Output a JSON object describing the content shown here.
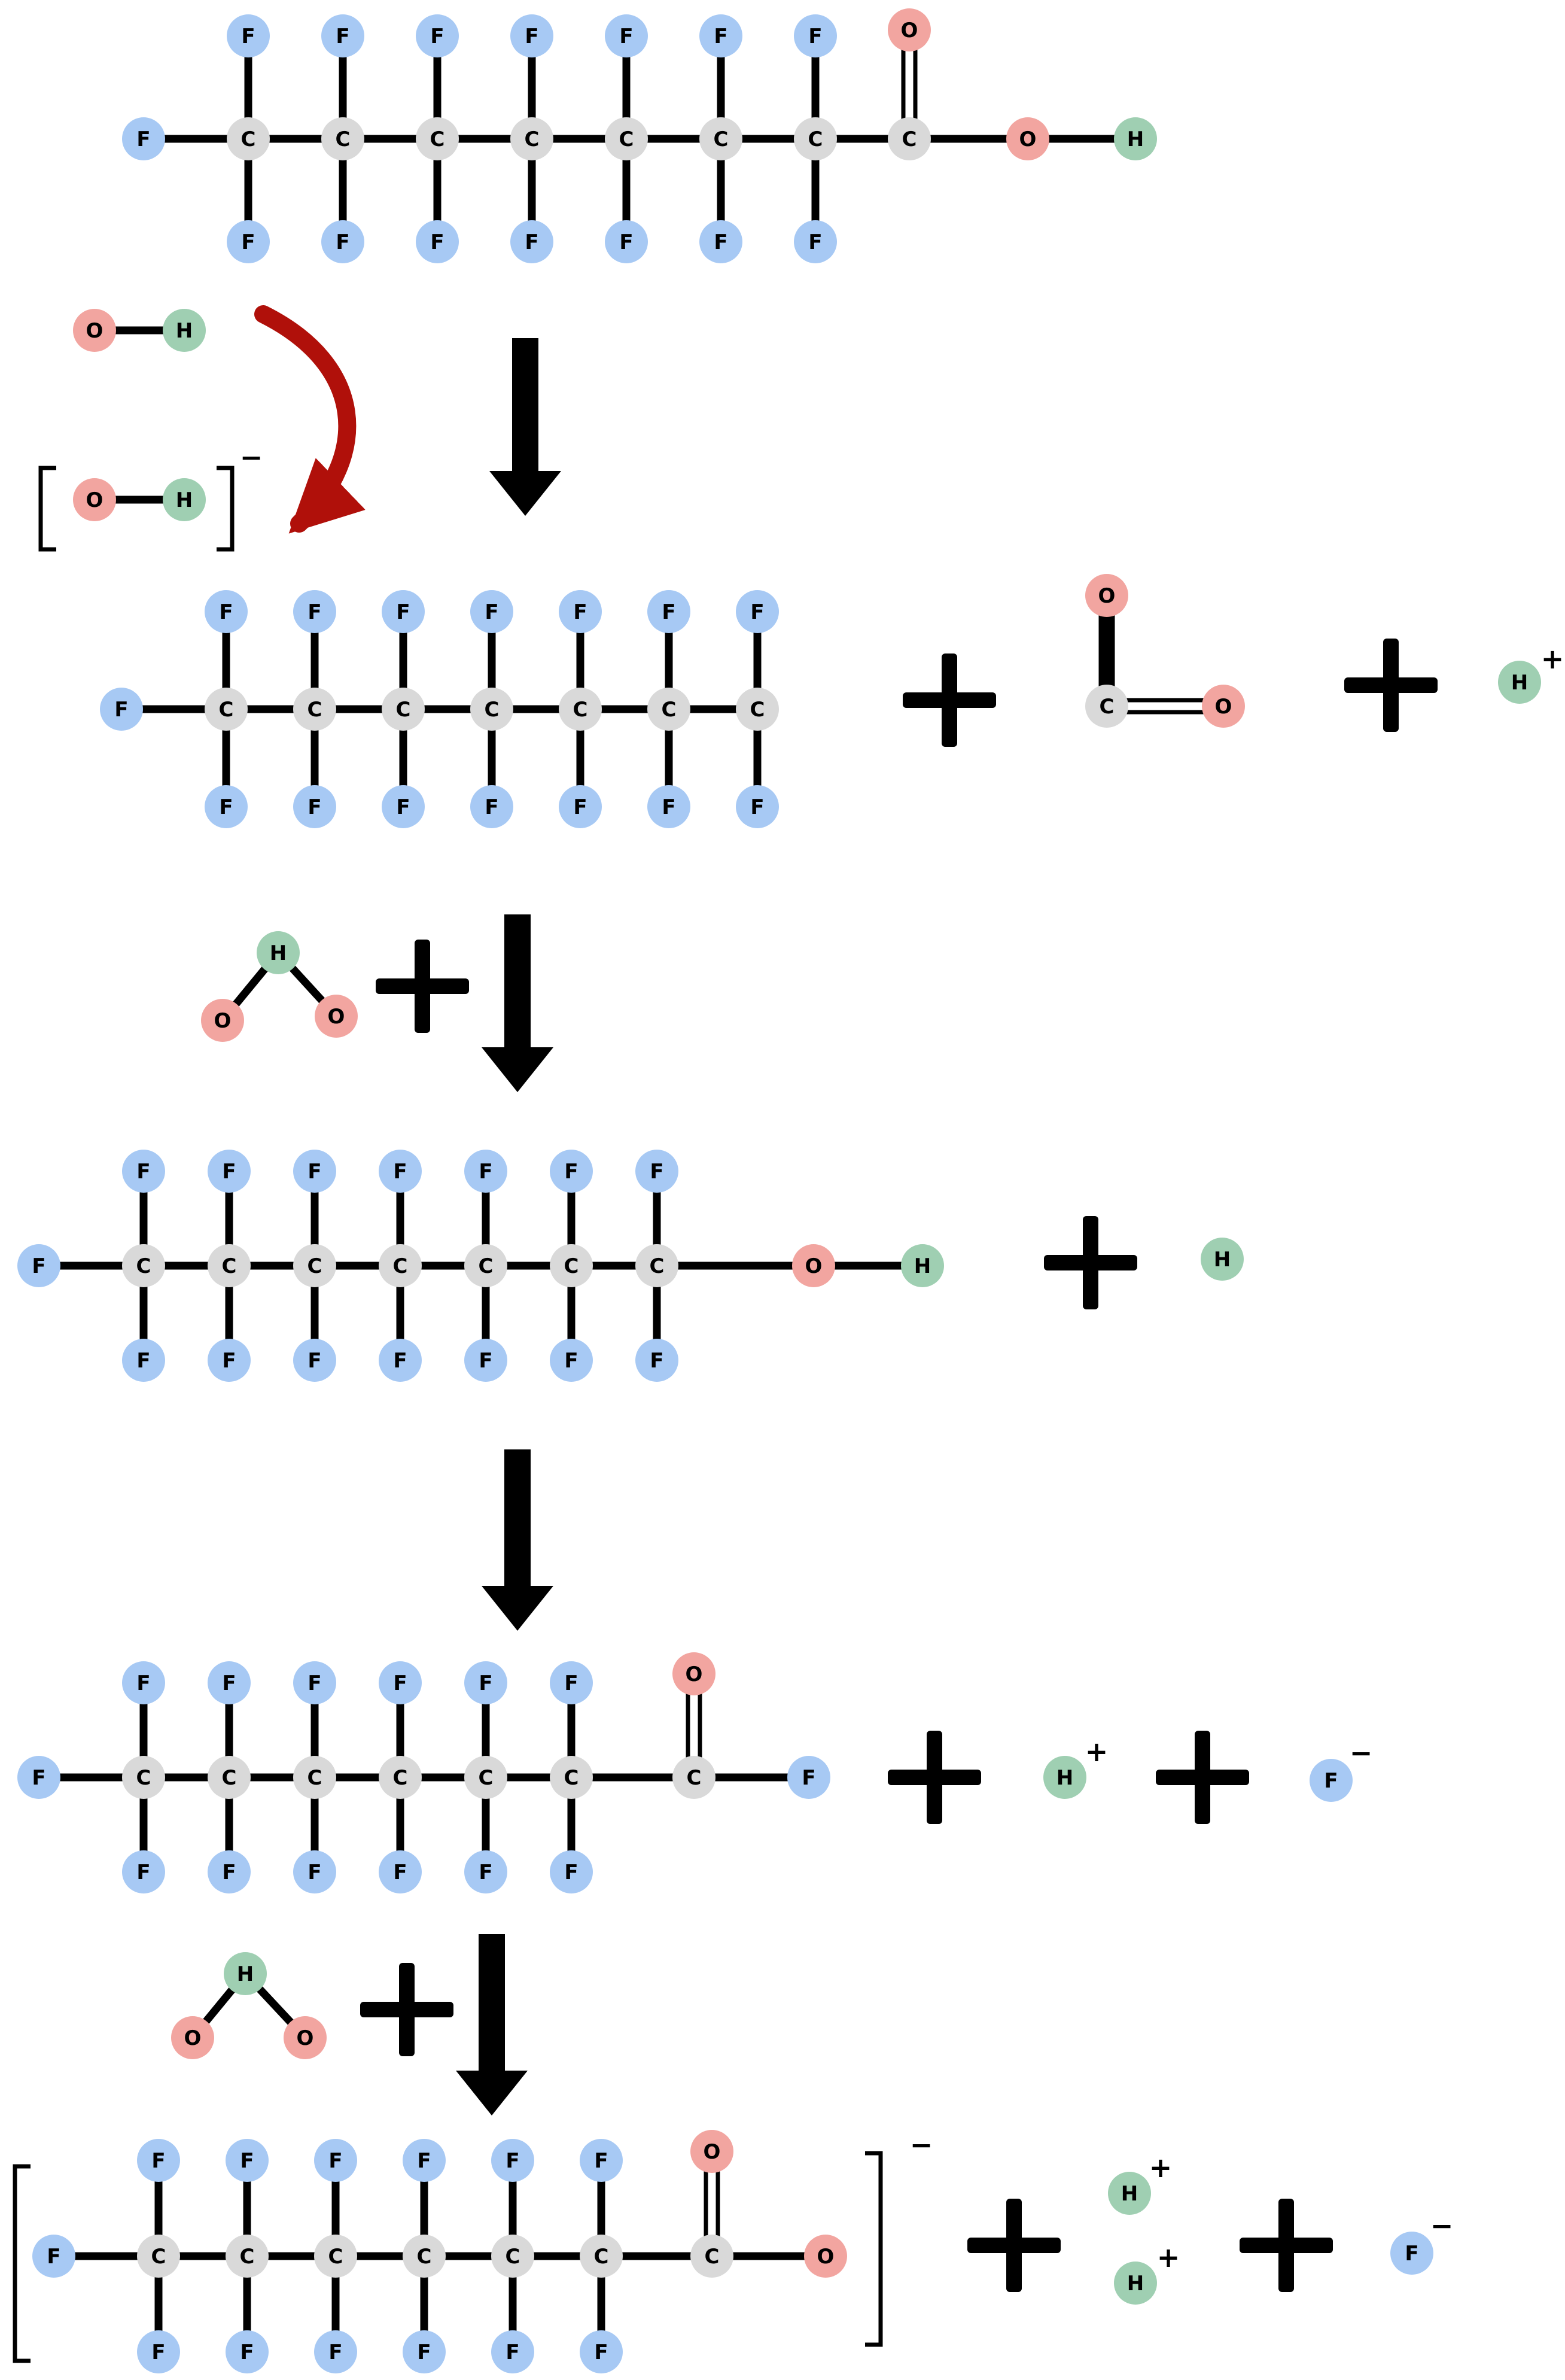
{
  "colors": {
    "fluorine": "#a7c9f4",
    "carbon": "#d9d9d9",
    "oxygen": "#f2a5a0",
    "hydrogen": "#9fcfb2",
    "ink": "#000000",
    "curved_arrow": "#b0100a"
  },
  "labels": {
    "F": "F",
    "C": "C",
    "O": "O",
    "H": "H",
    "plus_charge": "+",
    "minus_charge": "−",
    "plus_sign": "+"
  },
  "icons": {
    "reaction_arrow": "down-arrow-icon",
    "curved_arrow": "curved-arrow-icon",
    "plus_sign": "plus-sign-icon",
    "bracket": "square-bracket-icon"
  },
  "steps": [
    {
      "id": "pfoa",
      "molecules": [
        {
          "kind": "perfluoro_chain",
          "chain_carbons": 7,
          "head": "COOH"
        }
      ]
    },
    {
      "id": "step1",
      "molecules": [
        {
          "kind": "perfluoro_chain",
          "chain_carbons": 7,
          "head": "radical"
        },
        {
          "kind": "carbon_dioxide",
          "formula": "CO2"
        },
        {
          "kind": "ion",
          "element": "H",
          "charge": "+"
        }
      ],
      "reagents": [
        {
          "kind": "hydroxyl_radical",
          "formula": "OH"
        },
        {
          "kind": "hydroxide_ion",
          "formula": "OH",
          "charge": "−"
        }
      ]
    },
    {
      "id": "step2",
      "molecules": [
        {
          "kind": "perfluoro_chain",
          "chain_carbons": 7,
          "head": "OH"
        },
        {
          "kind": "atom",
          "element": "H"
        }
      ],
      "reagents": [
        {
          "kind": "hydroperoxyl",
          "formula": "HO2"
        }
      ]
    },
    {
      "id": "step3",
      "molecules": [
        {
          "kind": "perfluoro_chain",
          "chain_carbons": 6,
          "head": "COF"
        },
        {
          "kind": "ion",
          "element": "H",
          "charge": "+"
        },
        {
          "kind": "ion",
          "element": "F",
          "charge": "−"
        }
      ]
    },
    {
      "id": "step4",
      "molecules": [
        {
          "kind": "perfluoro_chain_anion",
          "chain_carbons": 6,
          "head": "COO",
          "charge": "−"
        },
        {
          "kind": "ion",
          "element": "H",
          "charge": "+",
          "count": 2
        },
        {
          "kind": "ion",
          "element": "F",
          "charge": "−"
        }
      ],
      "reagents": [
        {
          "kind": "hydroperoxyl",
          "formula": "HO2"
        }
      ]
    }
  ]
}
